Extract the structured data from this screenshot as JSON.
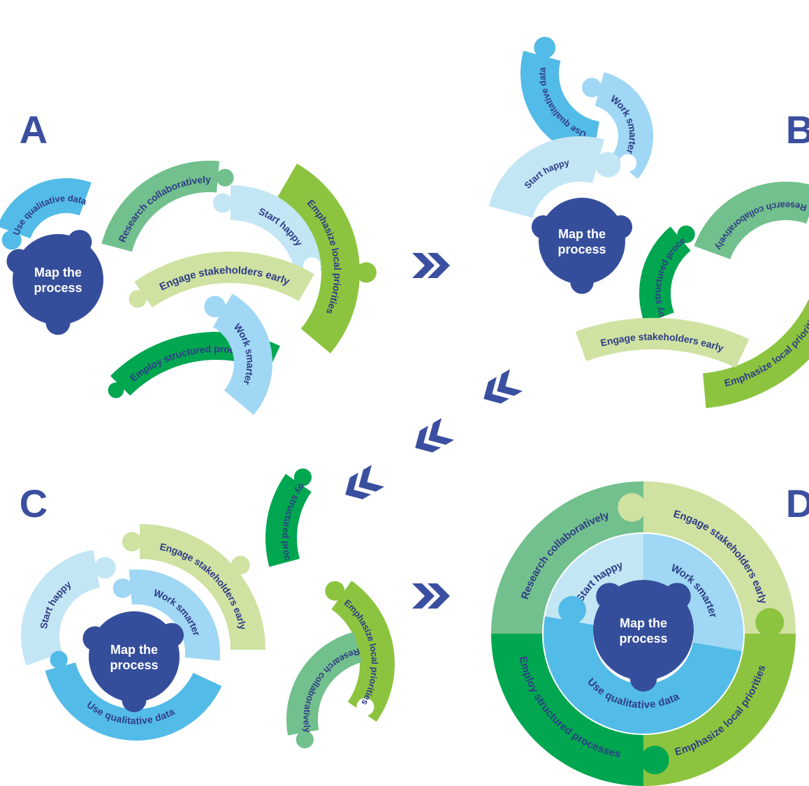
{
  "colors": {
    "light_blue": "#c3e6f5",
    "mid_blue": "#9fd7f4",
    "sky_blue": "#53bbe7",
    "light_green": "#cfe2a2",
    "mid_green": "#72c08d",
    "dark_green": "#00a650",
    "lime_green": "#8dc43f",
    "navy": "#354e9c",
    "label_text": "#2f3d86",
    "arrow": "#3a4f9f"
  },
  "core_label": "Map the\nprocess",
  "segments": {
    "start_happy": {
      "label": "Start happy",
      "color": "light_blue"
    },
    "work_smarter": {
      "label": "Work smarter",
      "color": "mid_blue"
    },
    "use_qualitative_data": {
      "label": "Use qualitative data",
      "color": "sky_blue"
    },
    "engage_stakeholders": {
      "label": "Engage stakeholders early",
      "color": "light_green"
    },
    "research_collaboratively": {
      "label": "Research collaboratively",
      "color": "mid_green"
    },
    "employ_structured": {
      "label": "Employ structured processes",
      "color": "dark_green"
    },
    "emphasize_local": {
      "label": "Emphasize local priorities",
      "color": "lime_green"
    }
  },
  "panels": [
    {
      "letter": "A"
    },
    {
      "letter": "B"
    },
    {
      "letter": "C"
    },
    {
      "letter": "D"
    }
  ],
  "arrow_glyph": "»"
}
